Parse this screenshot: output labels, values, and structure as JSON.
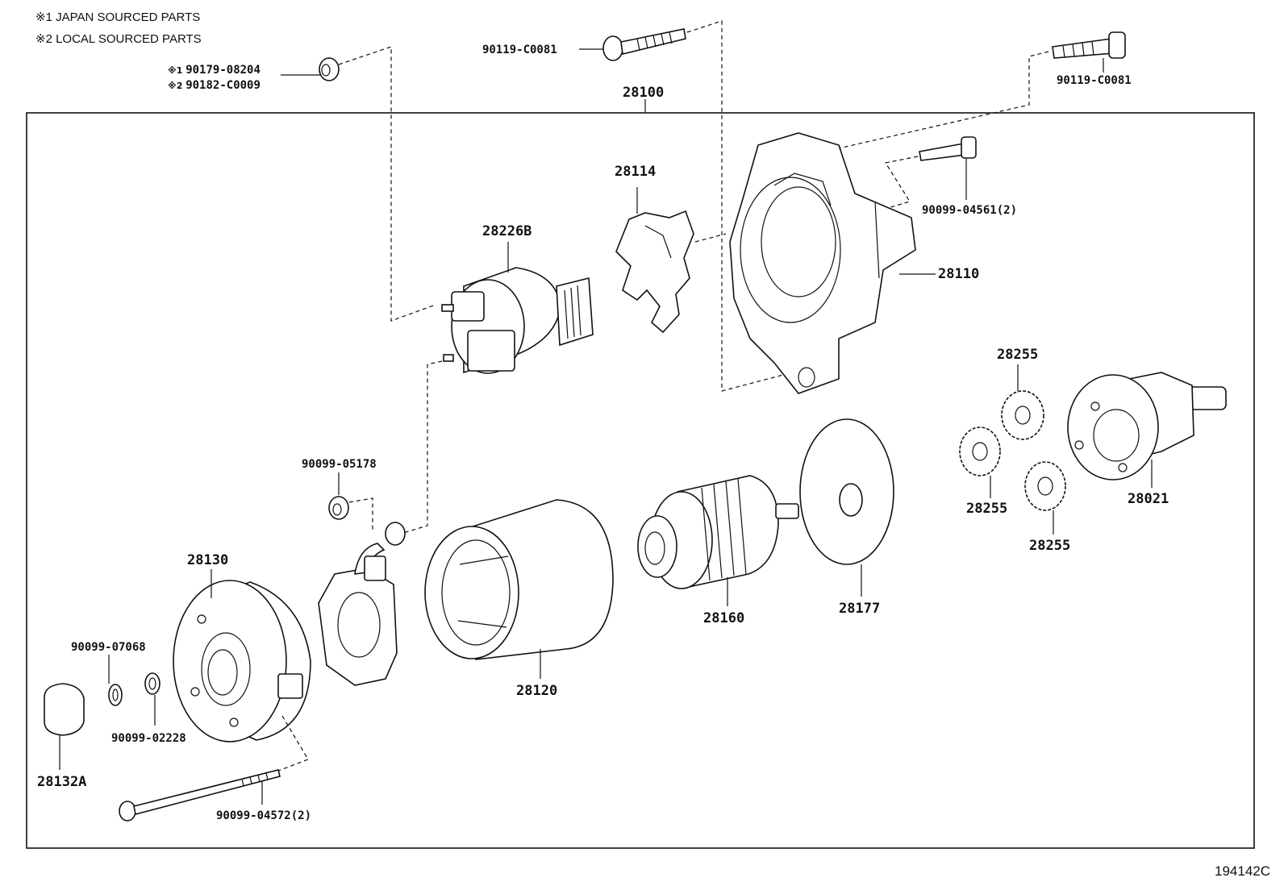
{
  "legend": {
    "line1": "※1 JAPAN SOURCED PARTS",
    "line2": "※2 LOCAL SOURCED PARTS"
  },
  "parts": {
    "nut_japan": "※1 90179-08204",
    "nut_local": "※2 90182-C0009",
    "bolt_top": "90119-C0081",
    "bolt_right": "90119-C0081",
    "assembly": "28100",
    "fork": "28114",
    "solenoid": "28226B",
    "housing": "28110",
    "housing_bolt": "90099-04561(2)",
    "gear_top": "28255",
    "gear_left": "28255",
    "gear_bottom": "28255",
    "planet_carrier": "28021",
    "nut_mid": "90099-05178",
    "end_frame": "28130",
    "washer_a": "90099-07068",
    "washer_b": "90099-02228",
    "cap": "28132A",
    "through_bolt": "90099-04572(2)",
    "yoke": "28120",
    "armature": "28160",
    "plate": "28177"
  },
  "footer": {
    "code": "194142C"
  }
}
